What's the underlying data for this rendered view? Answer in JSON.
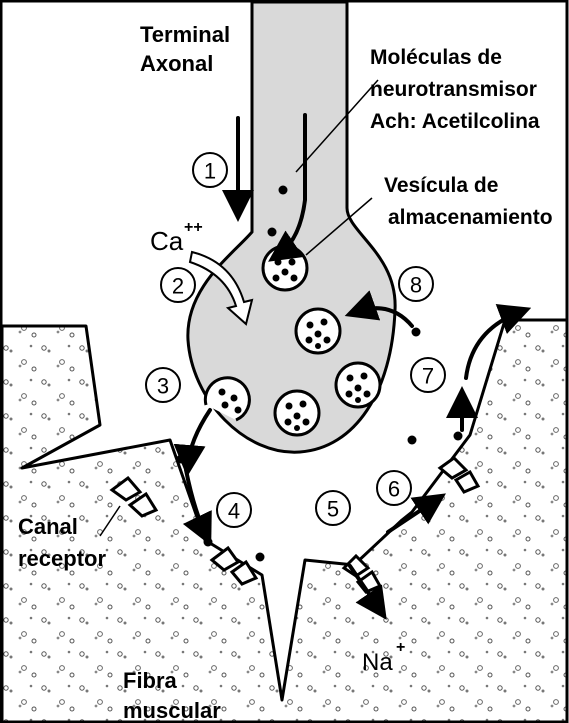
{
  "labels": {
    "terminal_line1": "Terminal",
    "terminal_line2": "Axonal",
    "molecules_line1": "Moléculas de",
    "molecules_line2": "neurotransmisor",
    "molecules_line3": "Ach: Acetilcolina",
    "vesicle_line1": "Vesícula de",
    "vesicle_line2": "almacenamiento",
    "calcium": "Ca",
    "calcium_sup": "++",
    "channel_line1": "Canal",
    "channel_line2": "receptor",
    "sodium": "Na",
    "sodium_sup": "+",
    "fiber_line1": "Fibra",
    "fiber_line2": "muscular"
  },
  "steps": [
    "1",
    "2",
    "3",
    "4",
    "5",
    "6",
    "7",
    "8"
  ],
  "colors": {
    "terminal_fill": "#d9d9d9",
    "outline": "#000000",
    "background": "#ffffff"
  }
}
